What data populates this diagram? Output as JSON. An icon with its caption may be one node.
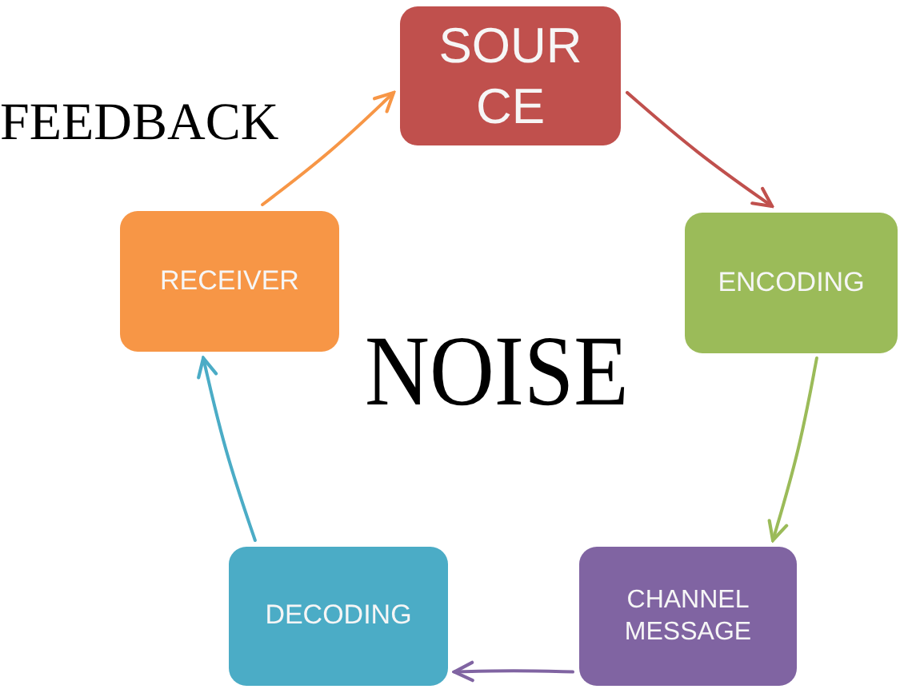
{
  "diagram": {
    "nodes": [
      {
        "text": [
          "SOURCE"
        ]
      },
      {
        "text": [
          "RECEIVER"
        ]
      },
      {
        "text": [
          "ENCODING"
        ]
      },
      {
        "text": [
          "DECODING"
        ]
      },
      {
        "text": [
          "CHANNEL MESSAGE"
        ]
      }
    ],
    "edges": [
      {
        "from": 0,
        "to": 2,
        "arrow": "to",
        "color": "#c0504d"
      },
      {
        "from": 2,
        "to": 4,
        "arrow": "to",
        "color": "#9bbb59"
      },
      {
        "from": 4,
        "to": 3,
        "arrow": "to",
        "color": "#8064a2"
      },
      {
        "from": 3,
        "to": 1,
        "arrow": "to",
        "color": "#4bacc6"
      },
      {
        "from": 1,
        "to": 0,
        "arrow": "to",
        "color": "#f79646"
      }
    ],
    "labels": [
      "FEEDBACK",
      "NOISE"
    ]
  }
}
